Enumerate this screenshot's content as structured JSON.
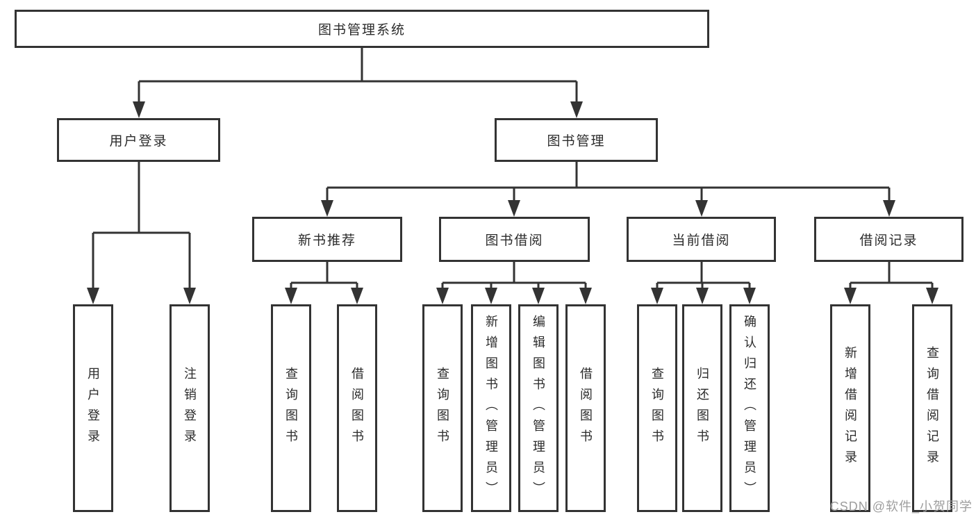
{
  "diagram": {
    "tree": {
      "label": "图书管理系统",
      "children": [
        {
          "label": "用户登录",
          "children": [
            {
              "label": "用户登录"
            },
            {
              "label": "注销登录"
            }
          ]
        },
        {
          "label": "图书管理",
          "children": [
            {
              "label": "新书推荐",
              "children": [
                {
                  "label": "查询图书"
                },
                {
                  "label": "借阅图书"
                }
              ]
            },
            {
              "label": "图书借阅",
              "children": [
                {
                  "label": "查询图书"
                },
                {
                  "label": "新增图书（管理员）"
                },
                {
                  "label": "编辑图书（管理员）"
                },
                {
                  "label": "借阅图书"
                }
              ]
            },
            {
              "label": "当前借阅",
              "children": [
                {
                  "label": "查询图书"
                },
                {
                  "label": "归还图书"
                },
                {
                  "label": "确认归还（管理员）"
                }
              ]
            },
            {
              "label": "借阅记录",
              "children": [
                {
                  "label": "新增借阅记录"
                },
                {
                  "label": "查询借阅记录"
                }
              ]
            }
          ]
        }
      ]
    },
    "colors": {
      "line": "#333333",
      "box_border": "#333333",
      "box_fill": "#ffffff",
      "text": "#2b2b2b",
      "watermark": "#9e9e9e",
      "background": "#ffffff"
    }
  },
  "watermark": {
    "text": "CSDN @软件_小贺同学"
  }
}
